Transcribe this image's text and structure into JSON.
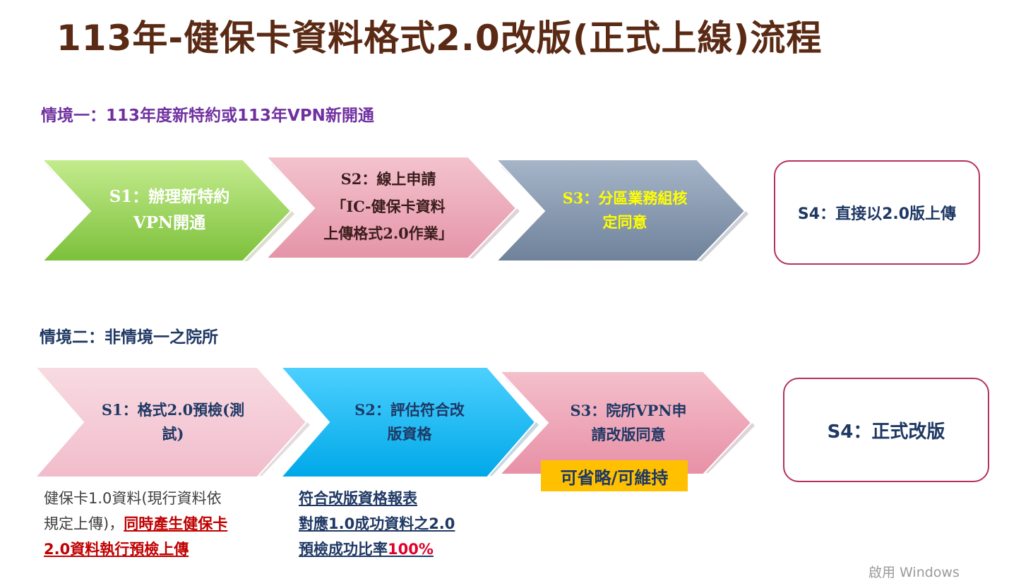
{
  "title": "113年-健保卡資料格式2.0改版(正式上線)流程",
  "scenario1": {
    "label": "情境一：113年度新特約或113年VPN新開通",
    "steps": [
      {
        "line1": "S1：辦理新特約",
        "line2": "VPN開通",
        "line3": ""
      },
      {
        "line1": "S2：線上申請",
        "line2": "「IC-健保卡資料",
        "line3": "上傳格式2.0作業」"
      },
      {
        "line1": "S3：分區業務組核",
        "line2": "定同意",
        "line3": ""
      }
    ],
    "final": "S4：直接以2.0版上傳"
  },
  "scenario2": {
    "label": "情境二：非情境一之院所",
    "steps": [
      {
        "line1": "S1：格式2.0預檢(測",
        "line2": "試)"
      },
      {
        "line1": "S2：評估符合改",
        "line2": "版資格"
      },
      {
        "line1": "S3：院所VPN申",
        "line2": "請改版同意"
      }
    ],
    "final": "S4：正式改版",
    "optional_badge": "可省略/可維持",
    "note1": {
      "line1": "健保卡1.0資料(現行資料依",
      "line2_plain": "規定上傳)，",
      "line2_red": "同時產生健保卡",
      "line3_red": "2.0資料執行預檢上傳"
    },
    "note2": {
      "line1": "符合改版資格報表",
      "line2": "對應1.0成功資料之2.0",
      "line3_plain": "預檢成功比率",
      "line3_red": "100%"
    }
  },
  "watermark": "啟用 Windows",
  "colors": {
    "title": "#5a2a14",
    "scenario1_label": "#7030a0",
    "scenario2_label": "#1f3864",
    "s1_green": "#92d050",
    "s2_pink": "#e8a0b0",
    "s3_slate": "#8497b0",
    "s3_text_yellow": "#ffff00",
    "sc2_s1_lightpink": "#f4c7d2",
    "sc2_s2_cyan": "#00b0f0",
    "sc2_s3_pink": "#eda3b6",
    "box_border": "#b4315a",
    "badge": "#ffc000",
    "emphasis_red": "#c00000"
  }
}
